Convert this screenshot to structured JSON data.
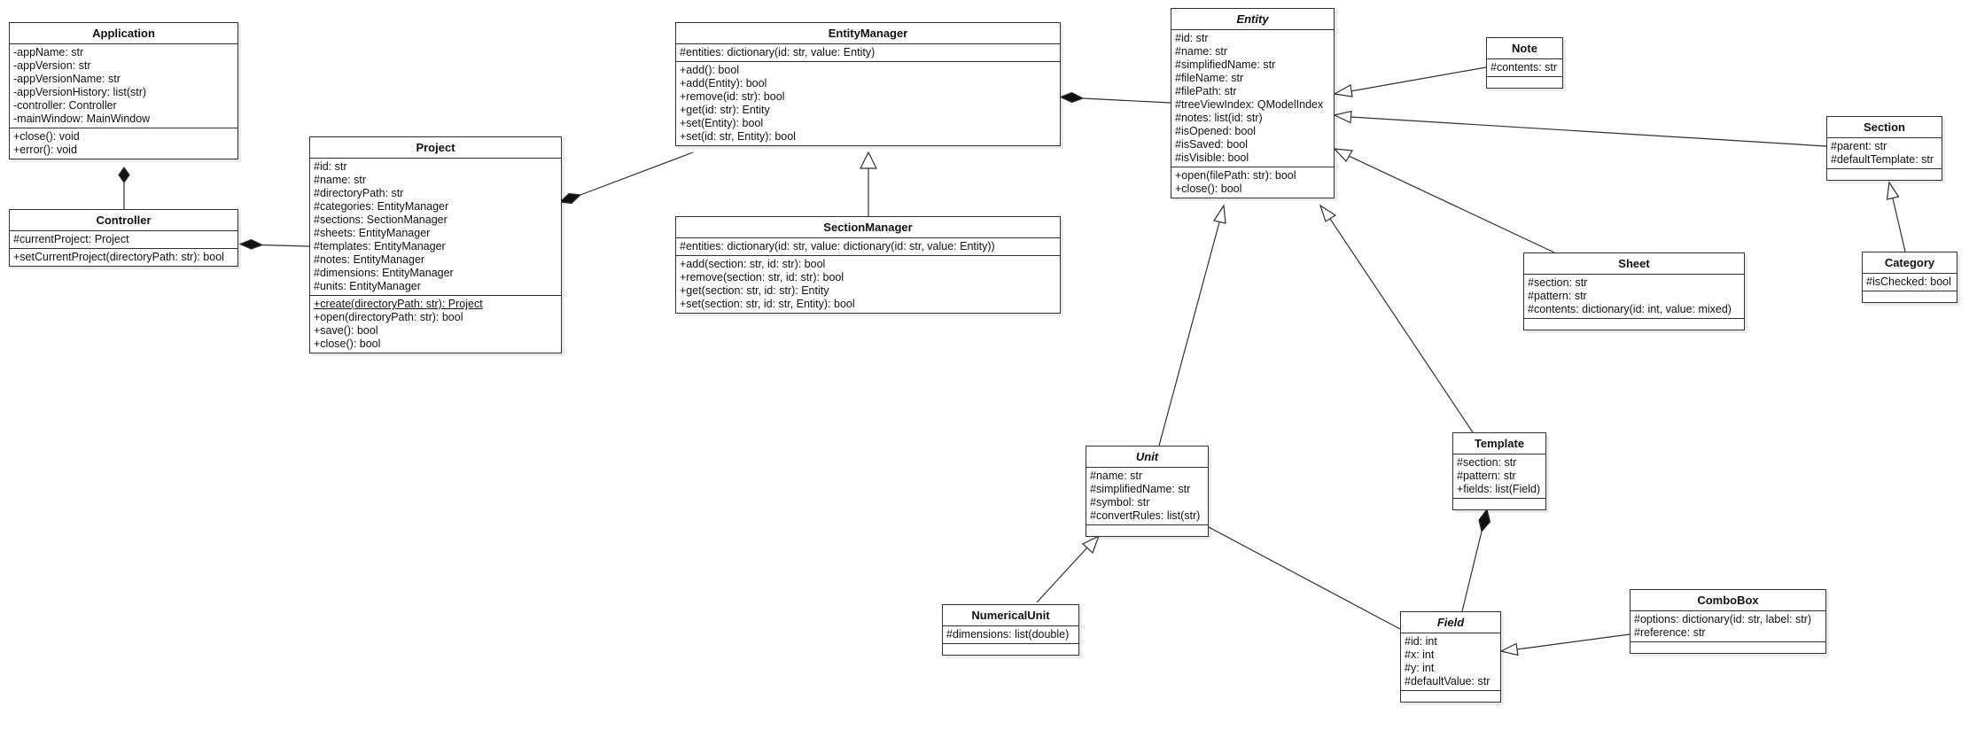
{
  "diagram": {
    "classes": {
      "application": {
        "name": "Application",
        "attributes": [
          "-appName: str",
          "-appVersion: str",
          "-appVersionName: str",
          "-appVersionHistory: list(str)",
          "-controller: Controller",
          "-mainWindow: MainWindow"
        ],
        "operations": [
          "+close(): void",
          "+error(): void"
        ]
      },
      "controller": {
        "name": "Controller",
        "attributes": [
          "#currentProject: Project"
        ],
        "operations": [
          "+setCurrentProject(directoryPath: str): bool"
        ]
      },
      "project": {
        "name": "Project",
        "attributes": [
          "#id: str",
          "#name: str",
          "#directoryPath: str",
          "#categories: EntityManager",
          "#sections: SectionManager",
          "#sheets: EntityManager",
          "#templates: EntityManager",
          "#notes: EntityManager",
          "#dimensions: EntityManager",
          "#units: EntityManager"
        ],
        "operations": [
          "+create(directoryPath: str): Project",
          "+open(directoryPath: str): bool",
          "+save(): bool",
          "+close(): bool"
        ]
      },
      "entity_manager": {
        "name": "EntityManager",
        "attributes": [
          "#entities: dictionary(id: str, value: Entity)"
        ],
        "operations": [
          "+add(): bool",
          "+add(Entity): bool",
          "+remove(id: str): bool",
          "+get(id: str): Entity",
          "+set(Entity): bool",
          "+set(id: str, Entity): bool"
        ]
      },
      "section_manager": {
        "name": "SectionManager",
        "attributes": [
          "#entities: dictionary(id: str, value: dictionary(id: str, value: Entity))"
        ],
        "operations": [
          "+add(section: str, id: str): bool",
          "+remove(section: str, id: str): bool",
          "+get(section: str, id: str): Entity",
          "+set(section: str, id: str, Entity): bool"
        ]
      },
      "entity": {
        "name": "Entity",
        "attributes": [
          "#id: str",
          "#name: str",
          "#simplifiedName: str",
          "#fileName: str",
          "#filePath: str",
          "#treeViewIndex: QModelIndex",
          "#notes: list(id: str)",
          "#isOpened: bool",
          "#isSaved: bool",
          "#isVisible: bool"
        ],
        "operations": [
          "+open(filePath: str): bool",
          "+close(): bool"
        ]
      },
      "note": {
        "name": "Note",
        "attributes": [
          "#contents: str"
        ],
        "operations": []
      },
      "section": {
        "name": "Section",
        "attributes": [
          "#parent: str",
          "#defaultTemplate: str"
        ],
        "operations": []
      },
      "category": {
        "name": "Category",
        "attributes": [
          "#isChecked: bool"
        ],
        "operations": []
      },
      "sheet": {
        "name": "Sheet",
        "attributes": [
          "#section: str",
          "#pattern: str",
          "#contents: dictionary(id: int, value: mixed)"
        ],
        "operations": []
      },
      "template": {
        "name": "Template",
        "attributes": [
          "#section: str",
          "#pattern: str",
          "+fields: list(Field)"
        ],
        "operations": []
      },
      "unit": {
        "name": "Unit",
        "attributes": [
          "#name: str",
          "#simplifiedName: str",
          "#symbol: str",
          "#convertRules: list(str)"
        ],
        "operations": []
      },
      "numerical_unit": {
        "name": "NumericalUnit",
        "attributes": [
          "#dimensions: list(double)"
        ],
        "operations": []
      },
      "field": {
        "name": "Field",
        "attributes": [
          "#id: int",
          "#x: int",
          "#y: int",
          "#defaultValue: str"
        ],
        "operations": []
      },
      "combo_box": {
        "name": "ComboBox",
        "attributes": [
          "#options: dictionary(id: str, label: str)",
          "#reference: str"
        ],
        "operations": []
      }
    }
  }
}
